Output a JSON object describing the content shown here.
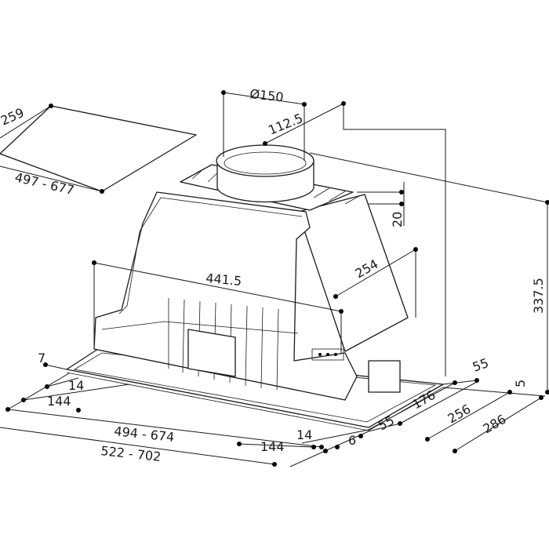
{
  "drawing": {
    "dimensions": {
      "flap_depth": "259",
      "flap_width": "497 - 677",
      "duct_diameter": "Ø150",
      "duct_offset": "112.5",
      "grille_height": "20",
      "body_depth": "254",
      "body_width": "441.5",
      "total_height": "337.5",
      "frame_gap": "7",
      "frame_left_14": "14",
      "frame_left_144": "144",
      "inner_width": "494 - 674",
      "outer_width": "522 - 702",
      "frame_front_144": "144",
      "frame_front_14": "14",
      "frame_front_6": "6",
      "frame_55_upper": "55",
      "frame_55_lower": "55",
      "depth_176": "176",
      "depth_256": "256",
      "depth_286": "286",
      "frame_thickness": "5"
    }
  }
}
